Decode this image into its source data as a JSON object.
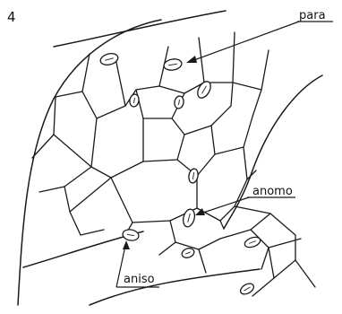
{
  "figure": {
    "number": "4",
    "labels": {
      "para": "para",
      "anomo": "anomo",
      "aniso": "aniso"
    }
  }
}
